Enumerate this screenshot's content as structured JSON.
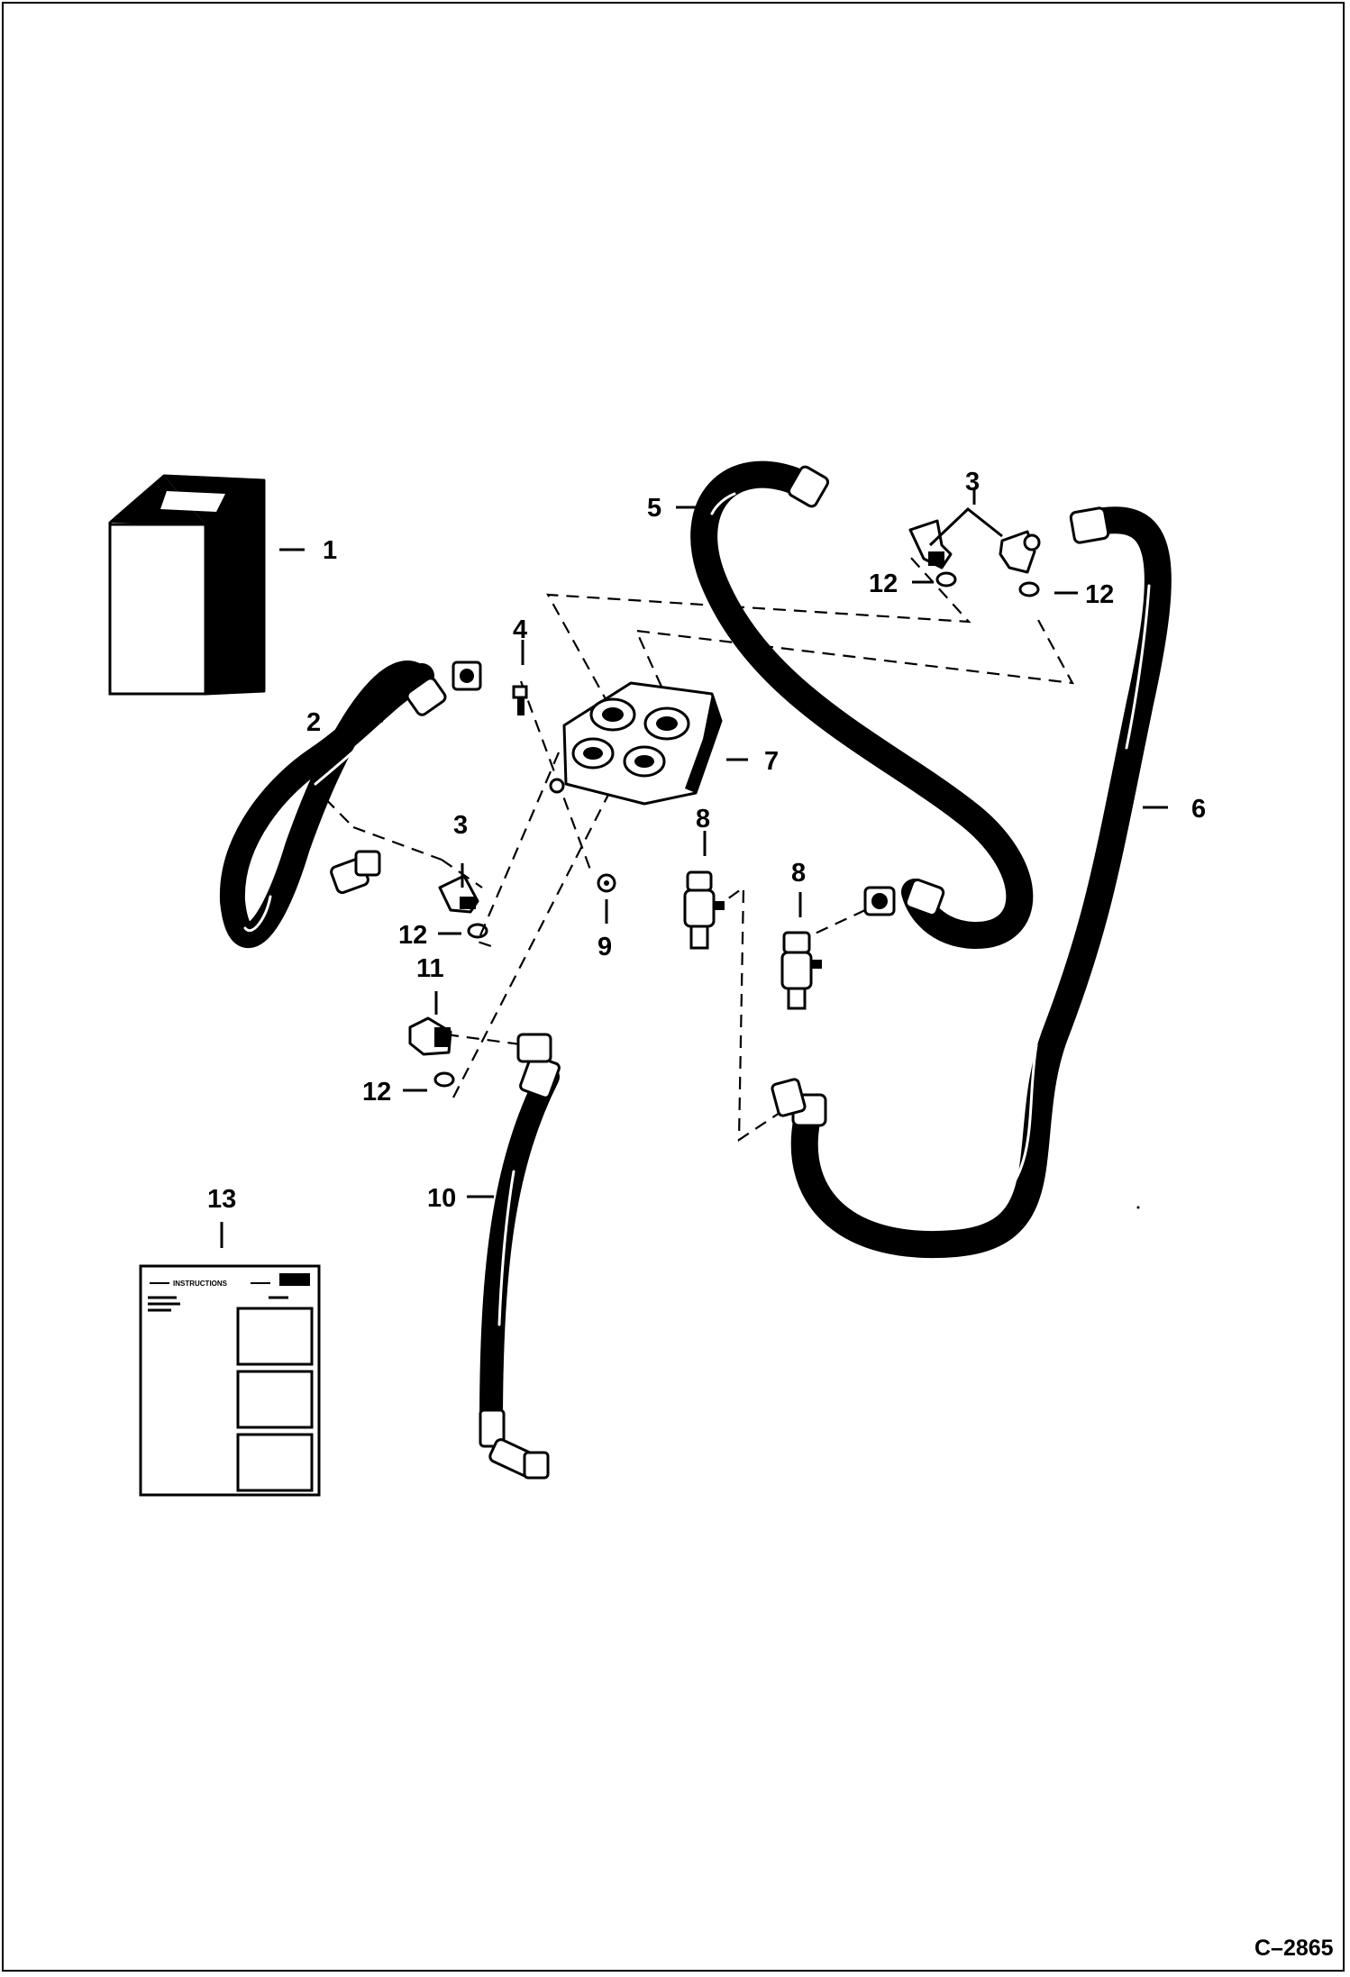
{
  "drawing_code": "C–2865",
  "callouts": {
    "c1": "1",
    "c2": "2",
    "c3_top": "3",
    "c3_left": "3",
    "c4": "4",
    "c5": "5",
    "c6": "6",
    "c7": "7",
    "c8_left": "8",
    "c8_right": "8",
    "c9": "9",
    "c10": "10",
    "c11": "11",
    "c12_a": "12",
    "c12_b": "12",
    "c12_c": "12",
    "c12_d": "12",
    "c13": "13"
  },
  "instruction_sheet": {
    "heading": "INSTRUCTIONS"
  }
}
